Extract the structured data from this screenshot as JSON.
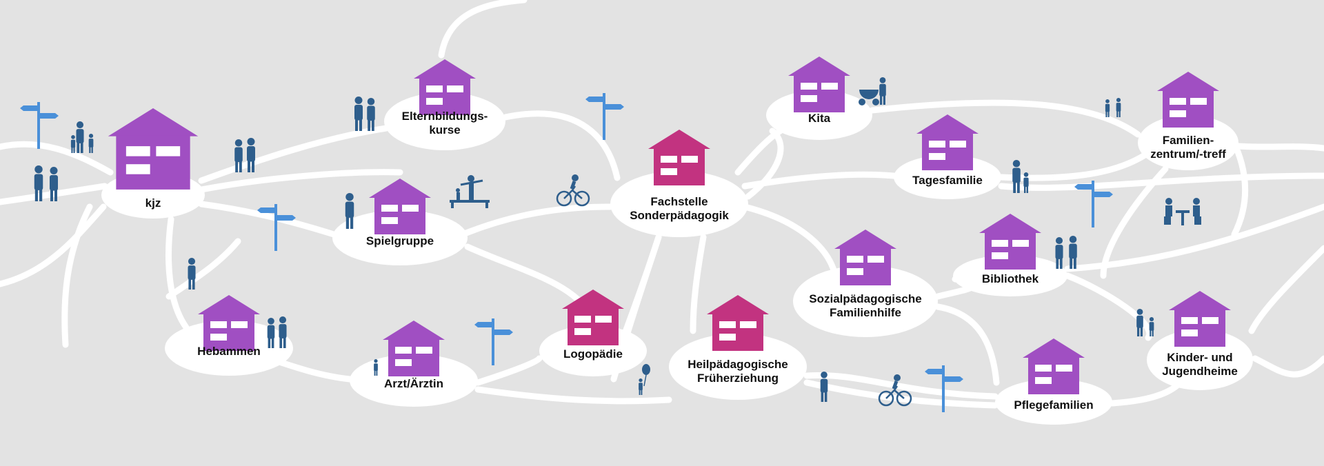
{
  "colors": {
    "background": "#e3e3e3",
    "road": "#ffffff",
    "house_purple": "#a04fc2",
    "house_magenta": "#c23380",
    "people": "#2e5e8c",
    "signpost": "#4a90d9"
  },
  "nodes": [
    {
      "id": "kjz",
      "lines": [
        "kjz"
      ],
      "color": "purple"
    },
    {
      "id": "elternbildung",
      "lines": [
        "Elternbildungs-",
        "kurse"
      ],
      "color": "purple"
    },
    {
      "id": "spielgruppe",
      "lines": [
        "Spielgruppe"
      ],
      "color": "purple"
    },
    {
      "id": "hebammen",
      "lines": [
        "Hebammen"
      ],
      "color": "purple"
    },
    {
      "id": "arzt",
      "lines": [
        "Arzt/Ärztin"
      ],
      "color": "purple"
    },
    {
      "id": "logopaedie",
      "lines": [
        "Logopädie"
      ],
      "color": "magenta"
    },
    {
      "id": "fachstelle",
      "lines": [
        "Fachstelle",
        "Sonderpädagogik"
      ],
      "color": "magenta"
    },
    {
      "id": "heilpaed",
      "lines": [
        "Heilpädagogische",
        "Früherziehung"
      ],
      "color": "magenta"
    },
    {
      "id": "kita",
      "lines": [
        "Kita"
      ],
      "color": "purple"
    },
    {
      "id": "tagesfamilie",
      "lines": [
        "Tagesfamilie"
      ],
      "color": "purple"
    },
    {
      "id": "sozialpaed",
      "lines": [
        "Sozialpädagogische",
        "Familienhilfe"
      ],
      "color": "purple"
    },
    {
      "id": "bibliothek",
      "lines": [
        "Bibliothek"
      ],
      "color": "purple"
    },
    {
      "id": "pflegefamilien",
      "lines": [
        "Pflegefamilien"
      ],
      "color": "purple"
    },
    {
      "id": "familienzentrum",
      "lines": [
        "Familien-",
        "zentrum/-treff"
      ],
      "color": "purple"
    },
    {
      "id": "kinderheime",
      "lines": [
        "Kinder- und",
        "Jugendheime"
      ],
      "color": "purple"
    }
  ],
  "decorations": [
    "family-icon",
    "parents-icon",
    "person-icon",
    "signpost-icon",
    "bicycle-icon",
    "stroller-icon",
    "balance-icon",
    "balloon-icon",
    "table-icon"
  ]
}
